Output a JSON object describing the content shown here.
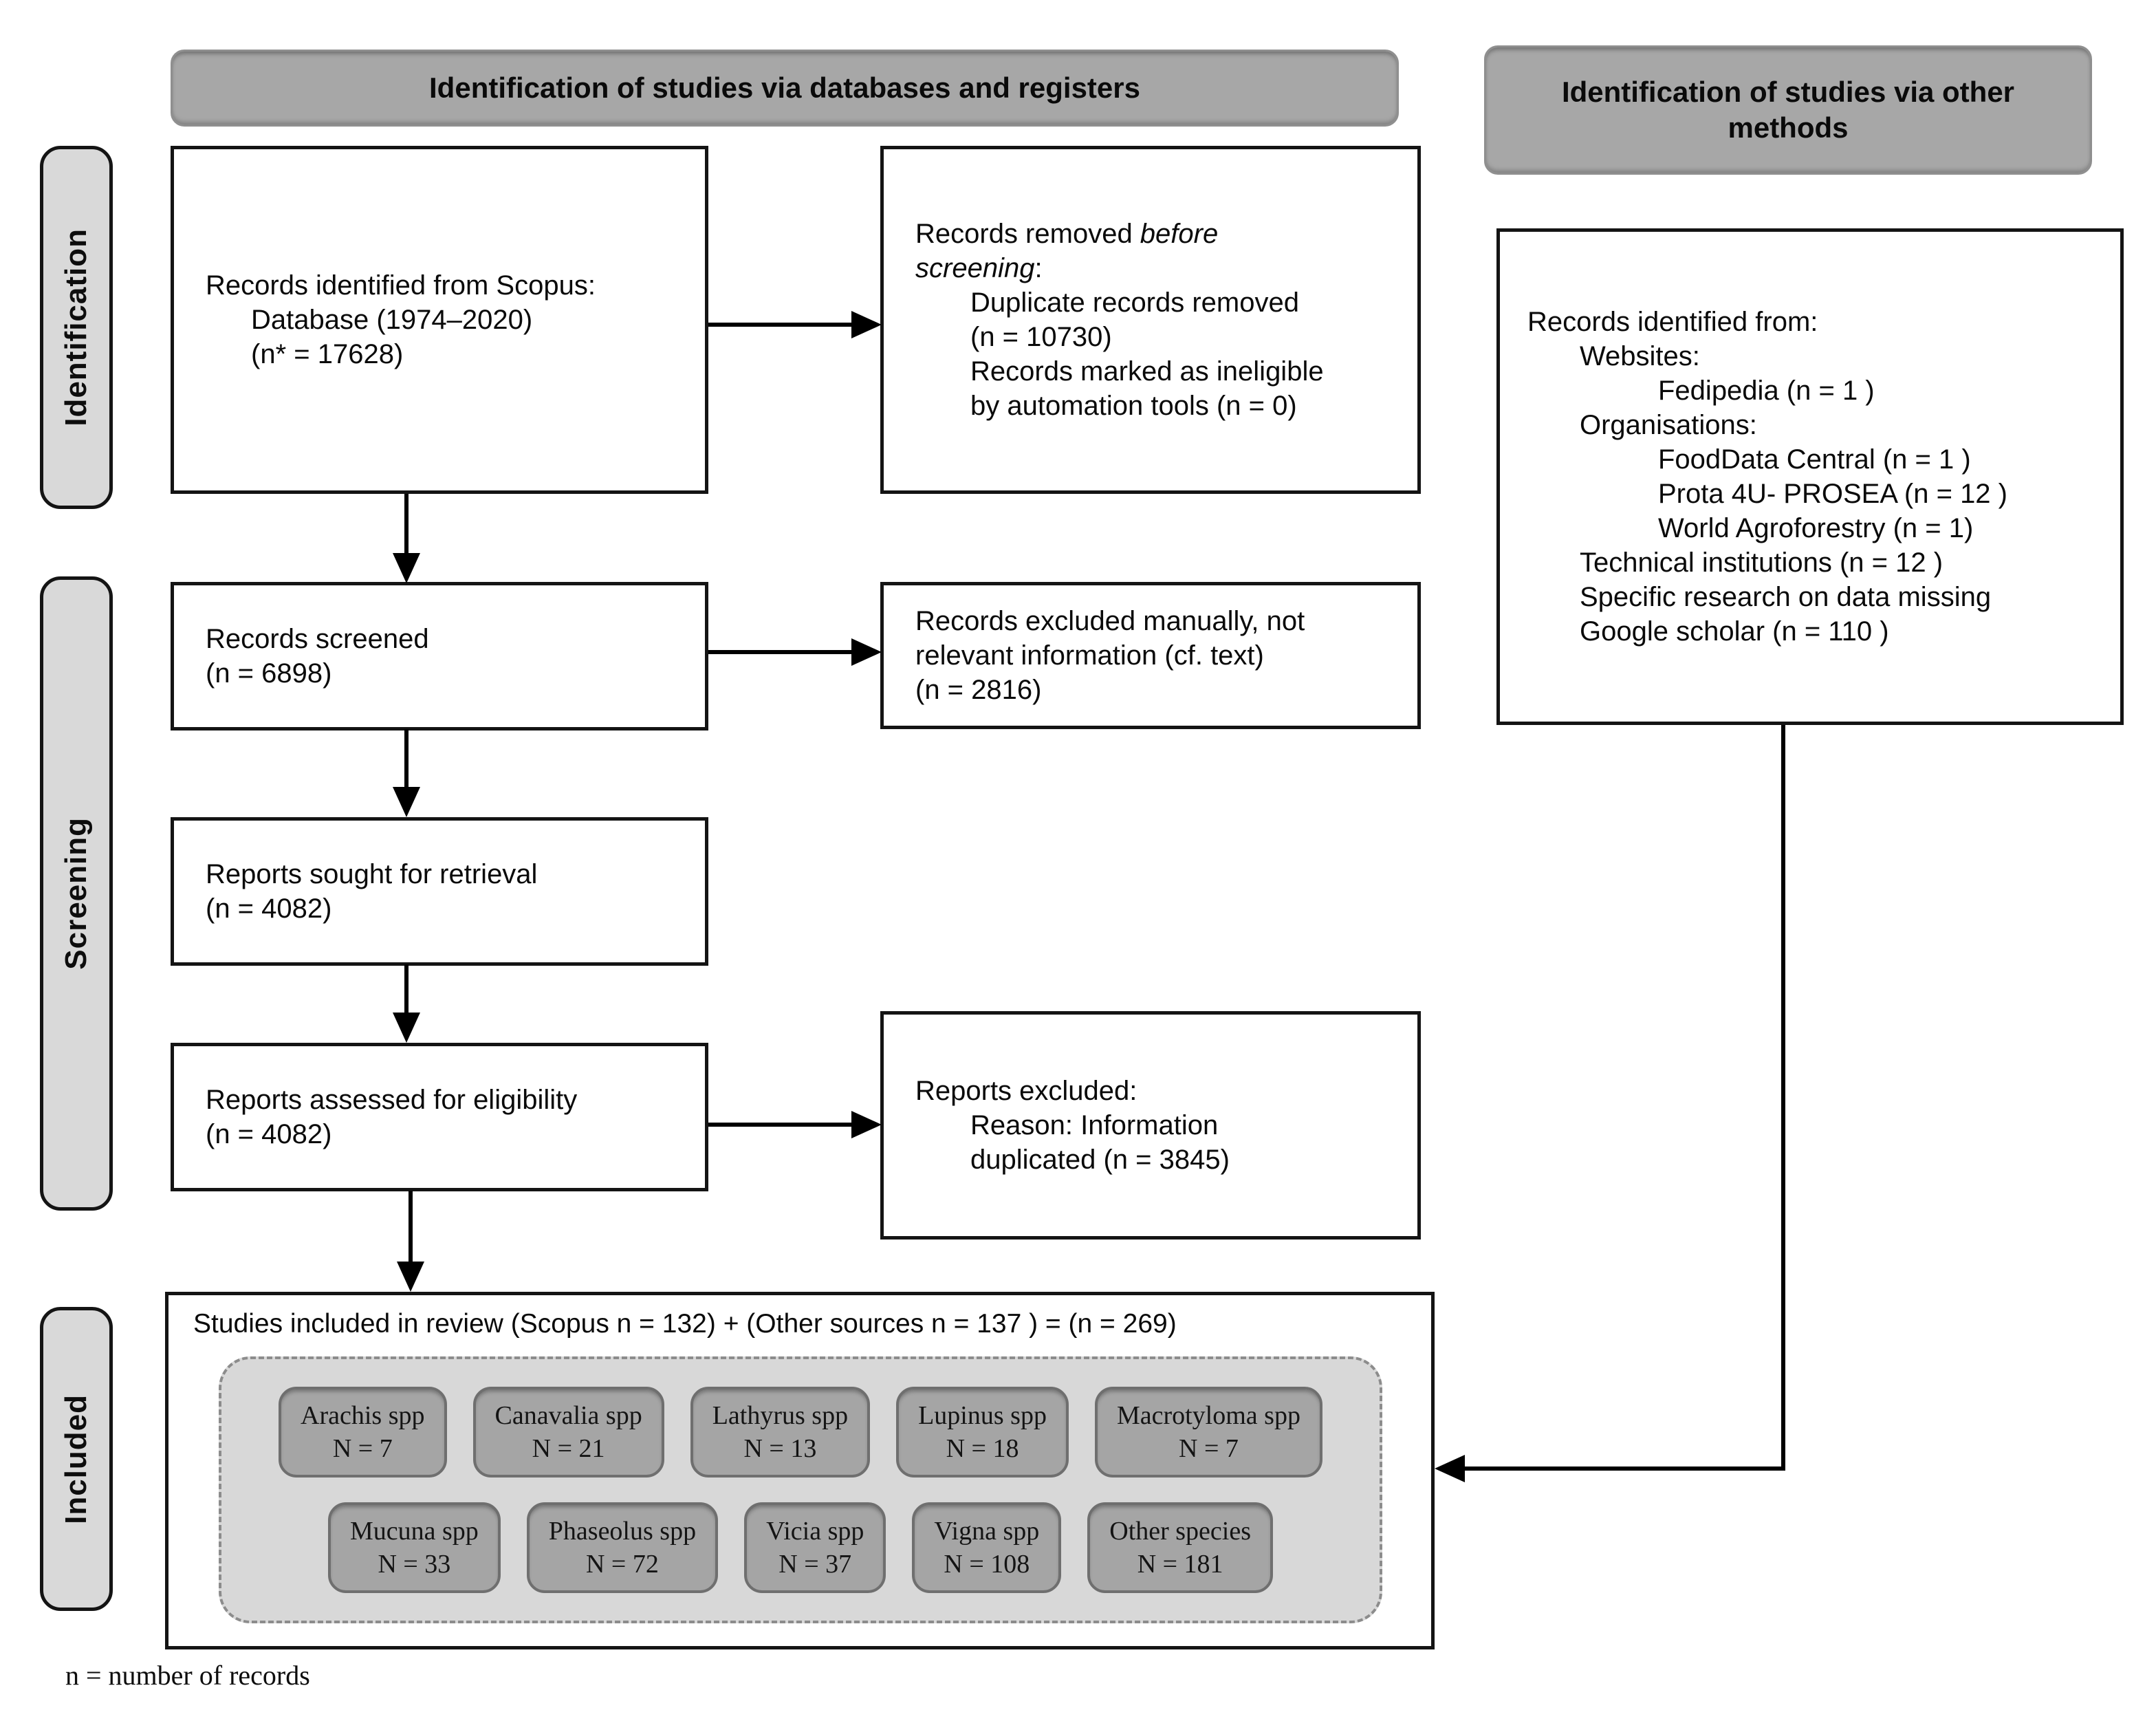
{
  "headers": {
    "databases": "Identification of studies via databases and registers",
    "other": "Identification of studies via other methods"
  },
  "stages": {
    "identification": "Identification",
    "screening": "Screening",
    "included": "Included"
  },
  "boxes": {
    "identified": {
      "line1": "Records identified from Scopus:",
      "line2": "Database (1974–2020)",
      "line3": "(n* = 17628)"
    },
    "removed": {
      "l1_plain": "Records removed ",
      "l1_italic": "before",
      "l2_italic": "screening",
      "l2_plain": ":",
      "item1a": "Duplicate records removed",
      "item1b": "(n = 10730)",
      "item2a": "Records marked as ineligible",
      "item2b": "by automation tools (n = 0)"
    },
    "screened": {
      "line1": "Records screened",
      "line2": "(n = 6898)"
    },
    "excluded_manual": {
      "line1": "Records excluded manually, not",
      "line2": "relevant information (cf. text)",
      "line3": "(n = 2816)"
    },
    "sought": {
      "line1": "Reports sought for retrieval",
      "line2": "(n = 4082)"
    },
    "assessed": {
      "line1": "Reports assessed for eligibility",
      "line2": "(n = 4082)"
    },
    "reports_excluded": {
      "line1": "Reports excluded:",
      "line2": "Reason: Information",
      "line3": "duplicated (n = 3845)"
    },
    "other_sources": {
      "line1": "Records identified from:",
      "line2": "Websites:",
      "line3": "Fedipedia (n = 1 )",
      "line4": "Organisations:",
      "line5": "FoodData Central (n = 1 )",
      "line6": "Prota 4U- PROSEA  (n = 12 )",
      "line7": "World Agroforestry (n = 1)",
      "line8": "Technical institutions (n = 12 )",
      "line9": "Specific research on data missing",
      "line10": "Google scholar (n = 110 )"
    }
  },
  "included": {
    "title": "Studies included in review (Scopus n = 132) + (Other sources n = 137 ) = (n = 269)"
  },
  "species": [
    {
      "name": "Arachis spp",
      "count": "N = 7"
    },
    {
      "name": "Canavalia spp",
      "count": "N = 21"
    },
    {
      "name": "Lathyrus spp",
      "count": "N = 13"
    },
    {
      "name": "Lupinus spp",
      "count": "N = 18"
    },
    {
      "name": "Macrotyloma spp",
      "count": "N = 7"
    },
    {
      "name": "Mucuna spp",
      "count": "N = 33"
    },
    {
      "name": "Phaseolus spp",
      "count": "N = 72"
    },
    {
      "name": "Vicia spp",
      "count": "N = 37"
    },
    {
      "name": "Vigna spp",
      "count": "N = 108"
    },
    {
      "name": "Other species",
      "count": "N = 181"
    }
  ],
  "footnote": "n = number of records",
  "colors": {
    "header_fill": "#a7a7a7",
    "stage_fill": "#d9d9d9",
    "panel_fill": "#d8d8d8",
    "species_fill": "#a5a5a5",
    "line_color": "#000000"
  }
}
